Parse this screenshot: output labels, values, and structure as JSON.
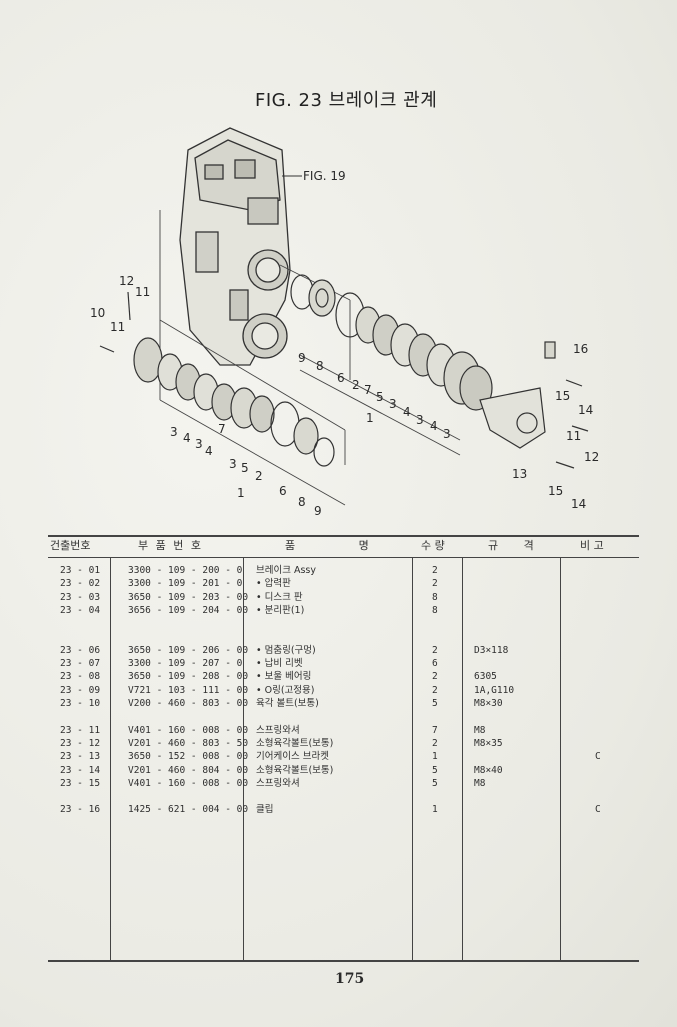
{
  "title": "FIG. 23 브레이크 관계",
  "diagram_labels": {
    "fig_ref": "FIG. 19",
    "callouts": [
      "12",
      "11",
      "10",
      "11",
      "9",
      "8",
      "6",
      "2",
      "7",
      "5",
      "3",
      "4",
      "3",
      "4",
      "3",
      "1",
      "16",
      "15",
      "14",
      "11",
      "12",
      "13",
      "15",
      "14",
      "3",
      "4",
      "3",
      "4",
      "7",
      "3",
      "5",
      "2",
      "1",
      "6",
      "8",
      "9"
    ]
  },
  "table": {
    "headers": [
      "건출번호",
      "부 품 번 호",
      "품 명",
      "수 량",
      "규 격",
      "비 고"
    ],
    "rows": [
      {
        "no": "23 - 01",
        "part": "3300 - 109 - 200 - 0",
        "name": "브레이크 Assy",
        "qty": "2",
        "spec": "",
        "note": ""
      },
      {
        "no": "23 - 02",
        "part": "3300 - 109 - 201 - 0",
        "name": "• 압력판",
        "qty": "2",
        "spec": "",
        "note": ""
      },
      {
        "no": "23 - 03",
        "part": "3650 - 109 - 203 - 00",
        "name": "• 디스크 판",
        "qty": "8",
        "spec": "",
        "note": ""
      },
      {
        "no": "23 - 04",
        "part": "3656 - 109 - 204 - 00",
        "name": "• 분리판(1)",
        "qty": "8",
        "spec": "",
        "note": ""
      },
      {
        "no": "",
        "part": "",
        "name": "",
        "qty": "",
        "spec": "",
        "note": ""
      },
      {
        "no": "",
        "part": "",
        "name": "",
        "qty": "",
        "spec": "",
        "note": ""
      },
      {
        "no": "23 - 06",
        "part": "3650 - 109 - 206 - 00",
        "name": "• 멈춤링(구멍)",
        "qty": "2",
        "spec": "D3×118",
        "note": ""
      },
      {
        "no": "23 - 07",
        "part": "3300 - 109 - 207 - 0",
        "name": "• 납비 리벳",
        "qty": "6",
        "spec": "",
        "note": ""
      },
      {
        "no": "23 - 08",
        "part": "3650 - 109 - 208 - 00",
        "name": "• 보울 베어링",
        "qty": "2",
        "spec": "6305",
        "note": ""
      },
      {
        "no": "23 - 09",
        "part": "V721 - 103 - 111 - 00",
        "name": "• O링(고정용)",
        "qty": "2",
        "spec": "1A,G110",
        "note": ""
      },
      {
        "no": "23 - 10",
        "part": "V200 - 460 - 803 - 00",
        "name": "육각 볼트(보통)",
        "qty": "5",
        "spec": "M8×30",
        "note": ""
      },
      {
        "no": "",
        "part": "",
        "name": "",
        "qty": "",
        "spec": "",
        "note": ""
      },
      {
        "no": "23 - 11",
        "part": "V401 - 160 - 008 - 00",
        "name": "스프링와셔",
        "qty": "7",
        "spec": "M8",
        "note": ""
      },
      {
        "no": "23 - 12",
        "part": "V201 - 460 - 803 - 50",
        "name": "소형육각볼트(보통)",
        "qty": "2",
        "spec": "M8×35",
        "note": ""
      },
      {
        "no": "23 - 13",
        "part": "3650 - 152 - 008 - 00",
        "name": "기어케이스 브라켓",
        "qty": "1",
        "spec": "",
        "note": "C"
      },
      {
        "no": "23 - 14",
        "part": "V201 - 460 - 804 - 00",
        "name": "소형육각볼트(보통)",
        "qty": "5",
        "spec": "M8×40",
        "note": ""
      },
      {
        "no": "23 - 15",
        "part": "V401 - 160 - 008 - 00",
        "name": "스프링와셔",
        "qty": "5",
        "spec": "M8",
        "note": ""
      },
      {
        "no": "",
        "part": "",
        "name": "",
        "qty": "",
        "spec": "",
        "note": ""
      },
      {
        "no": "23 - 16",
        "part": "1425 - 621 - 004 - 00",
        "name": "클립",
        "qty": "1",
        "spec": "",
        "note": "C"
      }
    ]
  },
  "page_number": "175"
}
